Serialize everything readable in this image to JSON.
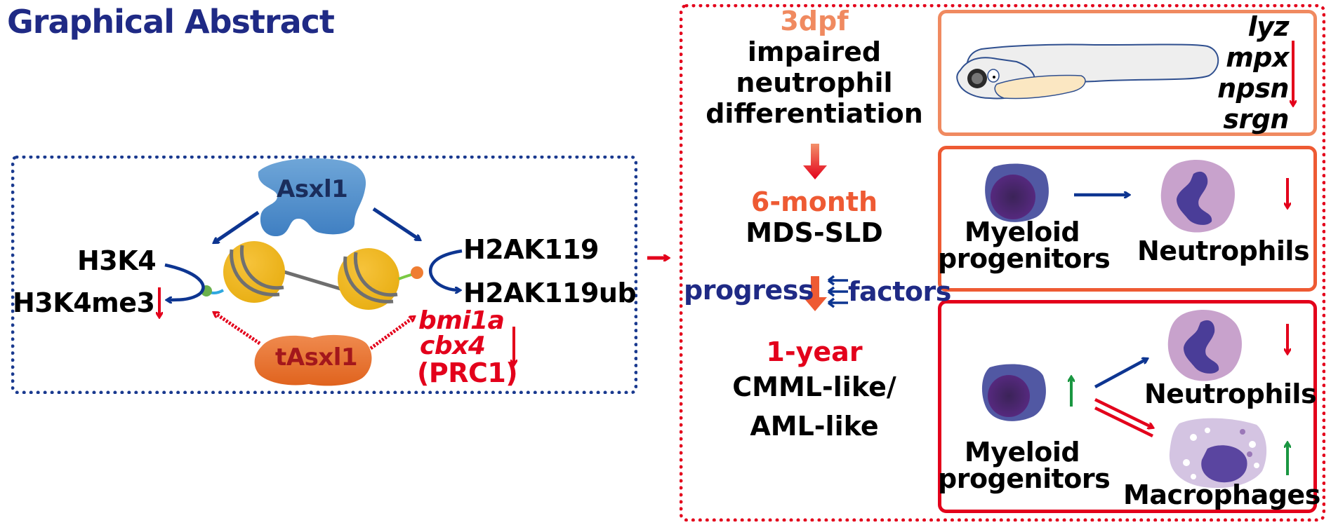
{
  "title": "Graphical Abstract",
  "mechanism": {
    "wildtype_protein": "Asxl1",
    "truncated_protein": "tAsxl1",
    "left_substrate": "H3K4",
    "left_product": "H3K4me3",
    "right_substrate": "H2AK119",
    "right_product": "H2AK119ub",
    "prc1_genes": [
      "bmi1a",
      "cbx4"
    ],
    "prc1_label": "(PRC1)",
    "down_arrow": "↓"
  },
  "timeline": {
    "stages": [
      {
        "time": "3dpf",
        "time_color": "#f08a60",
        "phenotype_lines": [
          "impaired",
          "neutrophil",
          "differentiation"
        ]
      },
      {
        "time": "6-month",
        "time_color": "#ee5a33",
        "phenotype_lines": [
          "MDS-SLD"
        ]
      },
      {
        "time": "1-year",
        "time_color": "#e3001b",
        "phenotype_lines": [
          "CMML-like/",
          "AML-like"
        ]
      }
    ],
    "progress_label": "progress",
    "factors_label": "factors"
  },
  "panels": {
    "p1": {
      "genes": [
        "lyz",
        "mpx",
        "npsn",
        "srgn"
      ],
      "trend": "↓",
      "border_color": "#f08a60"
    },
    "p2": {
      "source": [
        "Myeloid",
        "progenitors"
      ],
      "target": "Neutrophils",
      "target_trend": "↓",
      "border_color": "#ee5a33"
    },
    "p3": {
      "source": [
        "Myeloid",
        "progenitors"
      ],
      "source_trend": "↑",
      "target1": "Neutrophils",
      "target1_trend": "↓",
      "target2": "Macrophages",
      "target2_trend": "↑",
      "border_color": "#e3001b"
    }
  },
  "colors": {
    "navy": "#1f2a85",
    "red": "#e3001b",
    "green": "#1a9641",
    "blue_arrow": "#0d3591"
  }
}
